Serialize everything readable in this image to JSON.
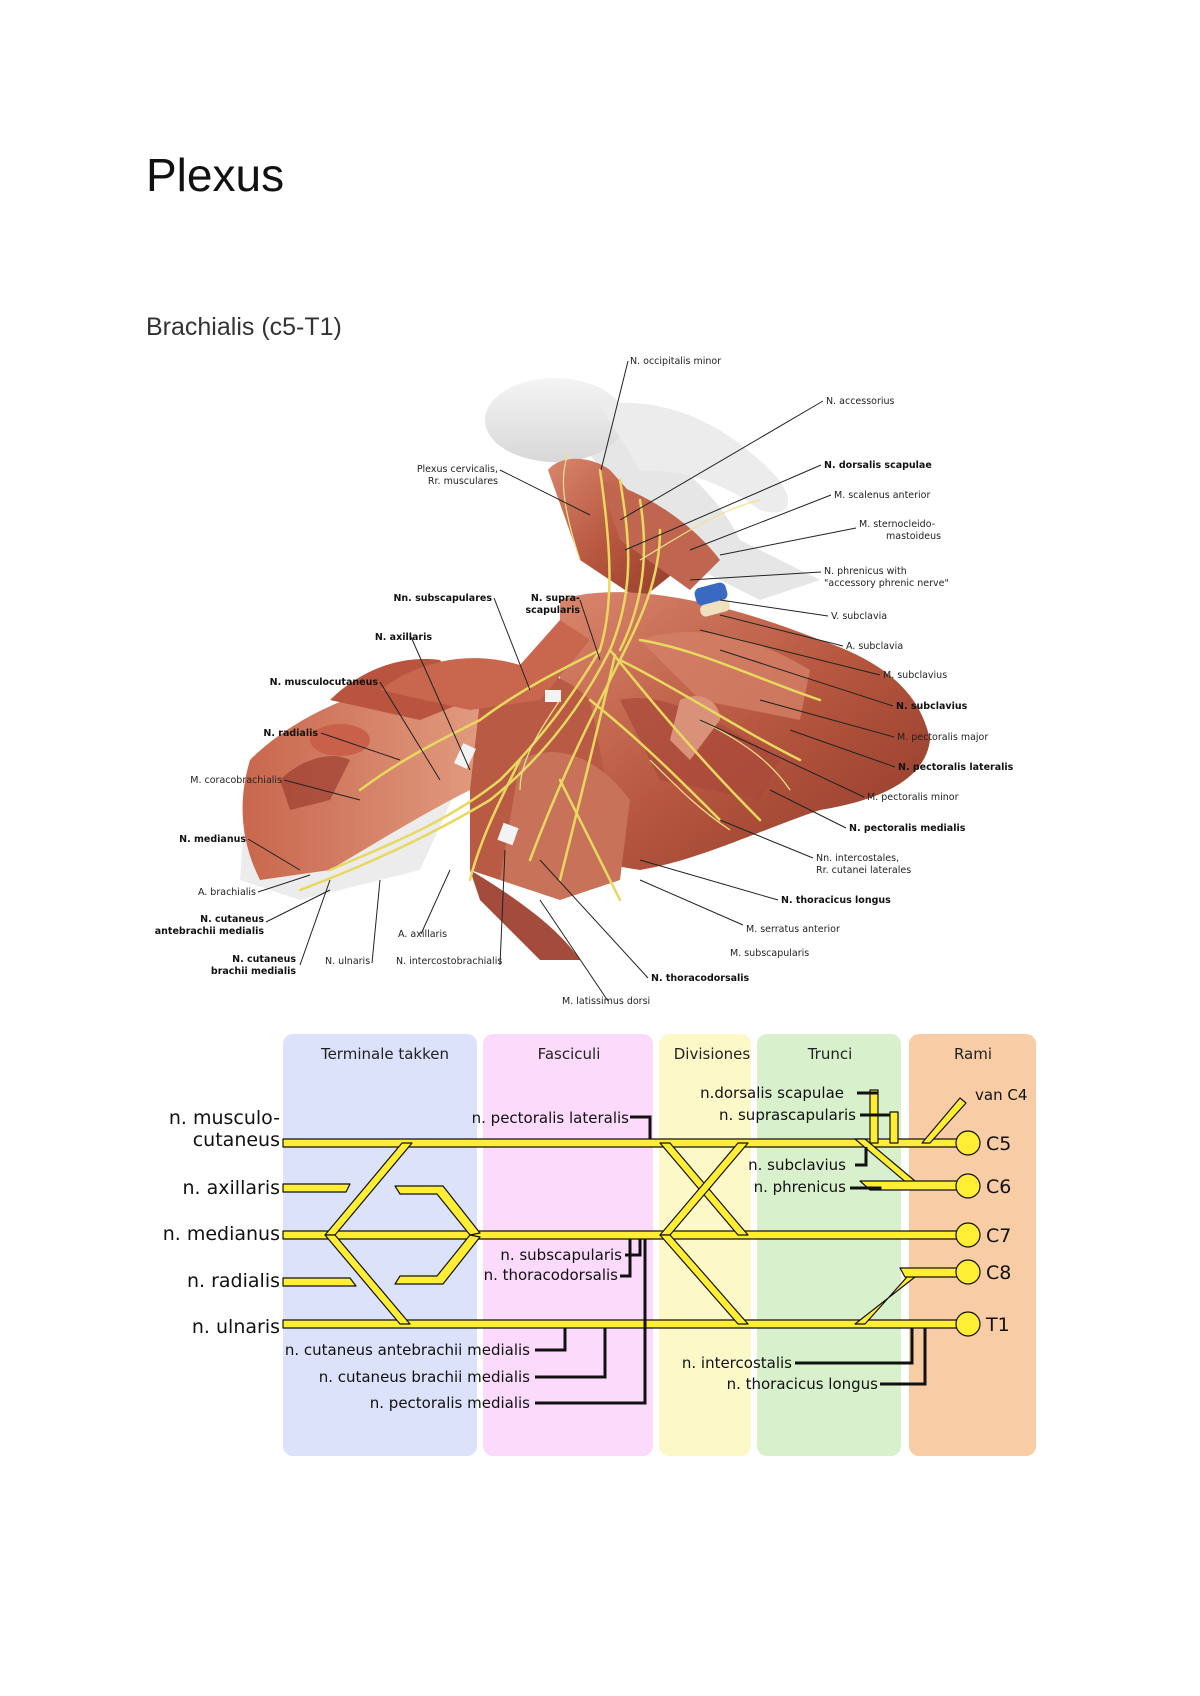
{
  "document": {
    "title": "Plexus",
    "subtitle": "Brachialis (c5-T1)"
  },
  "anatomy": {
    "labels": {
      "occipitalis_minor": "N. occipitalis minor",
      "accessorius": "N. accessorius",
      "plexus_cervicalis": "Plexus cervicalis,",
      "rr_musculares": "Rr. musculares",
      "dorsalis_scapulae": "N. dorsalis scapulae",
      "scalenus_anterior": "M. scalenus anterior",
      "sternocleido_1": "M. sternocleido-",
      "sternocleido_2": "mastoideus",
      "phrenicus_1": "N. phrenicus with",
      "phrenicus_2": "\"accessory phrenic nerve\"",
      "v_subclavia": "V. subclavia",
      "a_subclavia": "A. subclavia",
      "m_subclavius": "M. subclavius",
      "n_subclavius": "N. subclavius",
      "pectoralis_major": "M. pectoralis major",
      "pectoralis_lateralis": "N. pectoralis lateralis",
      "pectoralis_minor": "M. pectoralis minor",
      "pectoralis_medialis": "N. pectoralis medialis",
      "intercostales_1": "Nn. intercostales,",
      "intercostales_2": "Rr. cutanei laterales",
      "thoracicus_longus": "N. thoracicus longus",
      "serratus_anterior": "M. serratus anterior",
      "m_subscapularis": "M. subscapularis",
      "thoracodorsalis": "N. thoracodorsalis",
      "latissimus": "M. latissimus dorsi",
      "intercostobrachialis": "N. intercostobrachialis",
      "a_axillaris": "A. axillaris",
      "n_ulnaris": "N. ulnaris",
      "cut_brachii_1": "N. cutaneus",
      "cut_brachii_2": "brachii medialis",
      "cut_antebrachii_1": "N. cutaneus",
      "cut_antebrachii_2": "antebrachii medialis",
      "a_brachialis": "A. brachialis",
      "n_medianus": "N. medianus",
      "coracobrachialis": "M. coracobrachialis",
      "n_radialis": "N. radialis",
      "musculocutaneus": "N. musculocutaneus",
      "n_axillaris": "N. axillaris",
      "subscapulares": "Nn. subscapulares",
      "suprascapularis_1": "N. supra-",
      "suprascapularis_2": "scapularis"
    }
  },
  "diagram": {
    "columns": [
      {
        "label": "Terminale takken",
        "color": "#dde2fb"
      },
      {
        "label": "Fasciculi",
        "color": "#fbdafb"
      },
      {
        "label": "Divisiones",
        "color": "#fdf8c8"
      },
      {
        "label": "Trunci",
        "color": "#d8f0cc"
      },
      {
        "label": "Rami",
        "color": "#f8cda6"
      }
    ],
    "terminal": {
      "musculo_1": "n. musculo-",
      "musculo_2": "cutaneus",
      "axillaris": "n. axillaris",
      "medianus": "n. medianus",
      "radialis": "n. radialis",
      "ulnaris": "n. ulnaris"
    },
    "branches": {
      "pectoralis_lateralis": "n. pectoralis lateralis",
      "dorsalis_scapulae": "n.dorsalis scapulae",
      "suprascapularis": "n. suprascapularis",
      "van_c4": "van C4",
      "subclavius": "n. subclavius",
      "phrenicus": "n. phrenicus",
      "subscapularis": "n. subscapularis",
      "thoracodorsalis": "n. thoracodorsalis",
      "cut_antebrachii": "n. cutaneus antebrachii medialis",
      "cut_brachii": "n. cutaneus brachii medialis",
      "pectoralis_medialis": "n. pectoralis medialis",
      "intercostalis": "n. intercostalis",
      "thoracicus_longus": "n. thoracicus longus"
    },
    "roots": [
      "C5",
      "C6",
      "C7",
      "C8",
      "T1"
    ],
    "nerve_color": "#ffee33"
  }
}
